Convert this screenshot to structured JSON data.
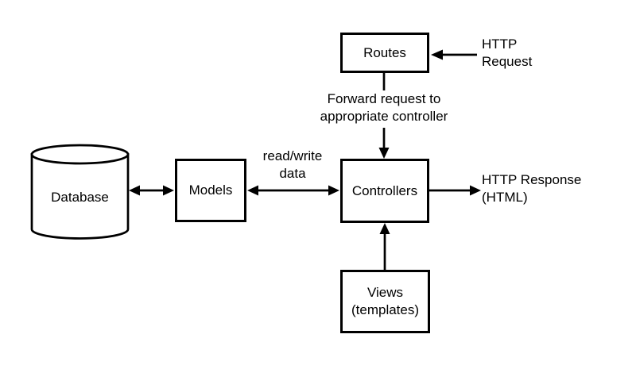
{
  "diagram": {
    "nodes": {
      "routes": {
        "label": "Routes"
      },
      "models": {
        "label": "Models"
      },
      "controllers": {
        "label": "Controllers"
      },
      "views": {
        "label": "Views\n(templates)"
      },
      "database": {
        "label": "Database"
      }
    },
    "annotations": {
      "http_request": "HTTP\nRequest",
      "forward": "Forward request to\nappropriate controller",
      "read_write": "read/write\ndata",
      "http_response": "HTTP Response\n(HTML)"
    },
    "colors": {
      "stroke": "#000000",
      "background": "#ffffff"
    }
  }
}
